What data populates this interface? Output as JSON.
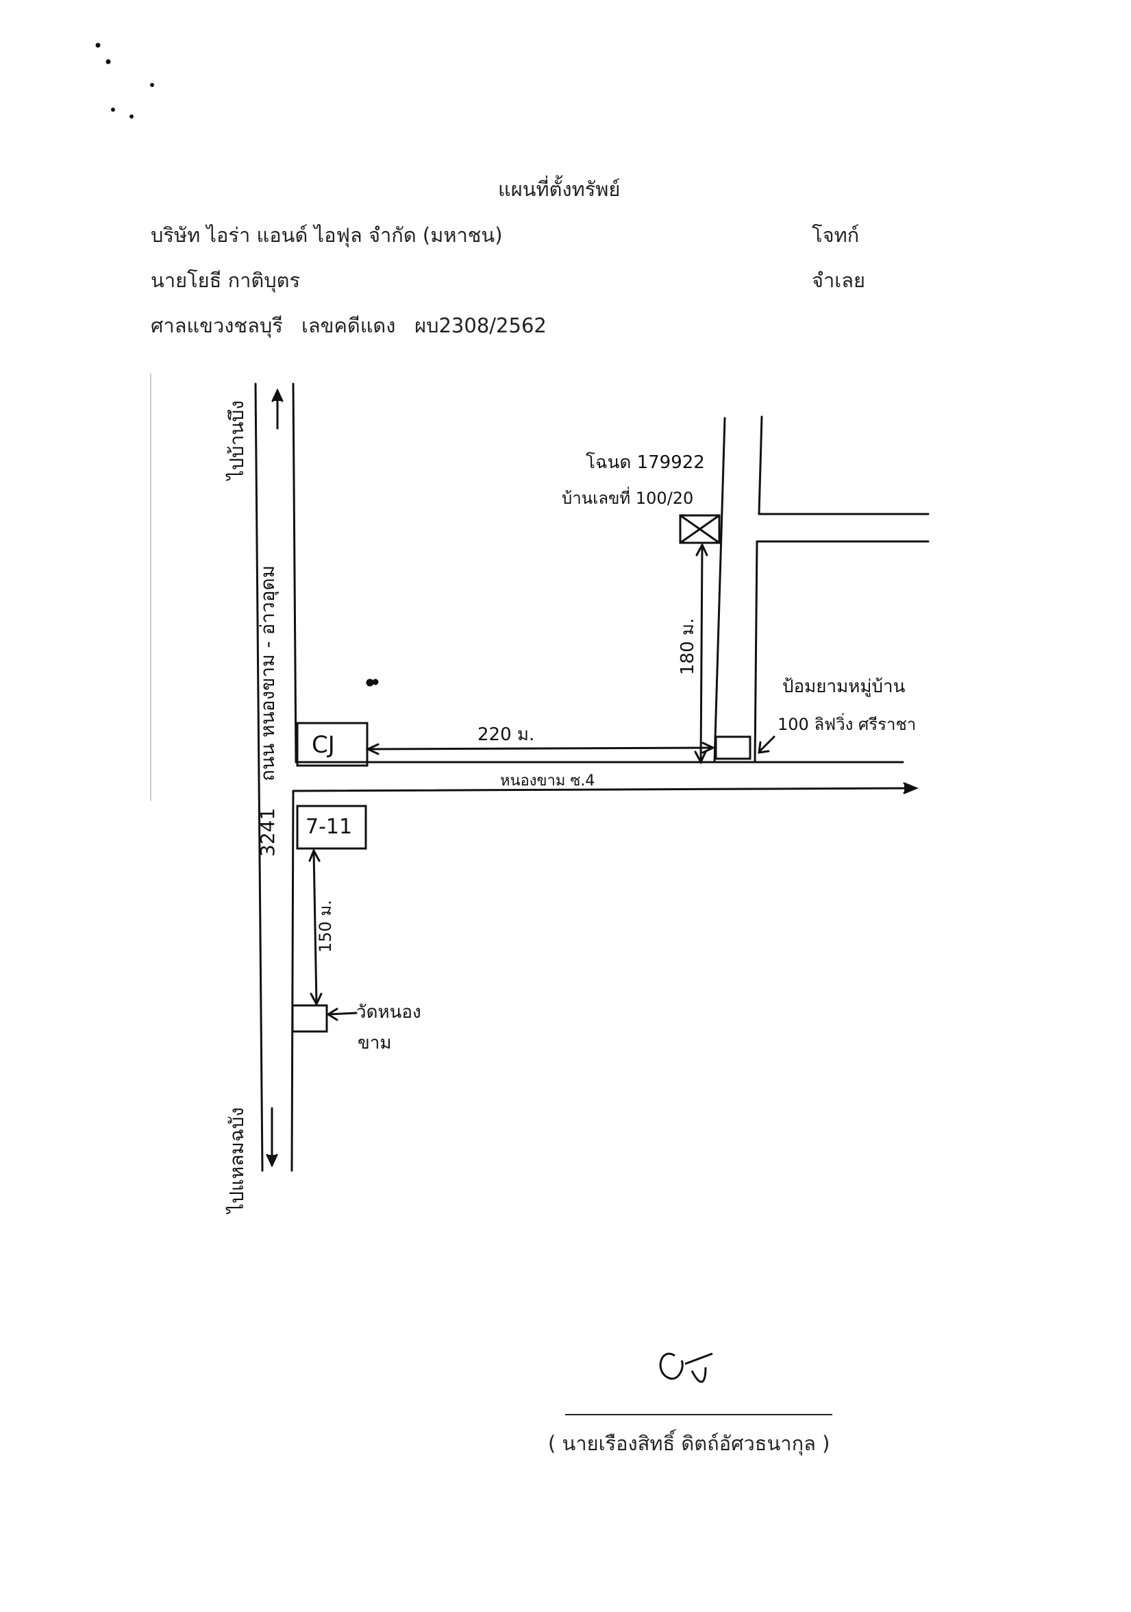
{
  "document": {
    "title": "แผนที่ตั้งทรัพย์",
    "plaintiff_name": "บริษัท ไอร่า แอนด์ ไอฟุล จำกัด (มหาชน)",
    "plaintiff_role": "โจทก์",
    "defendant_name": "นายโยธี กาติบุตร",
    "defendant_role": "จำเลย",
    "court": "ศาลแขวงชลบุรี",
    "case_number": "เลขคดีแดง   ผบ2308/2562",
    "signatory": "( นายเรืองสิทธิ์  ดิตถ์อัศวธนากุล )"
  },
  "map": {
    "road_main_label": "ถนน หนองขาม - อ่าวอุดม",
    "road_main_number": "3241",
    "direction_north": "ไปบ้านบึง",
    "direction_south": "ไปแหลมฉบัง",
    "deed_label": "โฉนด 179922",
    "house_label": "บ้านเลขที่ 100/20",
    "distance_north": "180 ม.",
    "distance_east": "220 ม.",
    "distance_south": "150 ม.",
    "guard_label_line1": "ป้อมยามหมู่บ้าน",
    "guard_label_line2": "100 ลิฟวิ่ง ศรีราชา",
    "soi_label": "หนองขาม ซ.4",
    "store_cj": "CJ",
    "store_711": "7-11",
    "temple_line1": "วัดหนอง",
    "temple_line2": "ขาม"
  },
  "colors": {
    "ink": "#111111",
    "paper": "#ffffff"
  }
}
